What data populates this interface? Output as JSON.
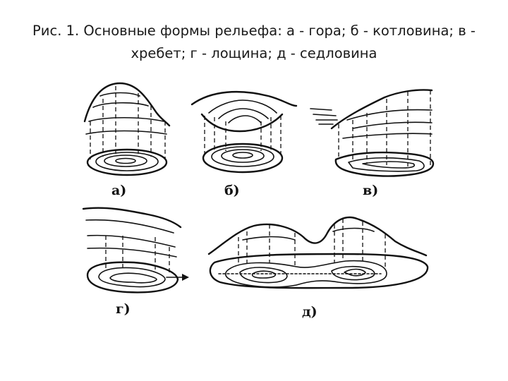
{
  "caption": {
    "line1": "Рис. 1. Основные формы рельефа: а - гора; б - котловина; в -",
    "line2": "хребет; г - лощина; д - седловина"
  },
  "panels": [
    {
      "label": "а)",
      "name": "гора"
    },
    {
      "label": "б)",
      "name": "котловина"
    },
    {
      "label": "в)",
      "name": "хребет"
    },
    {
      "label": "г)",
      "name": "лощина"
    },
    {
      "label": "д)",
      "name": "седловина"
    }
  ]
}
